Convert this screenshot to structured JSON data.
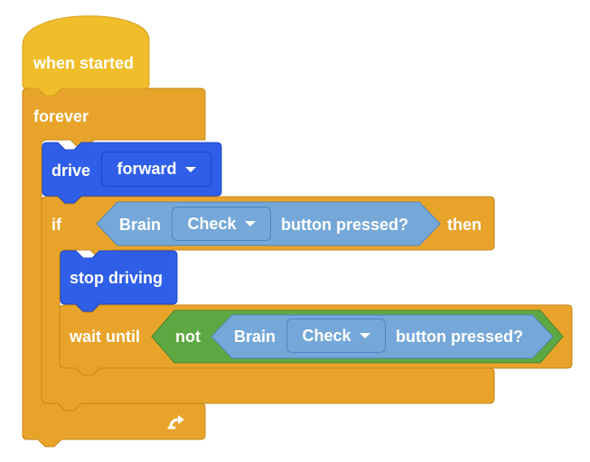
{
  "hat_block": {
    "label": "when started"
  },
  "forever_block": {
    "label": "forever"
  },
  "drive_block": {
    "label": "drive",
    "direction_value": "forward"
  },
  "if_block": {
    "if_label": "if",
    "then_label": "then",
    "condition": {
      "device_label": "Brain",
      "button_value": "Check",
      "suffix_label": "button pressed?"
    }
  },
  "stop_block": {
    "label": "stop driving"
  },
  "wait_block": {
    "label": "wait until",
    "not_label": "not",
    "condition": {
      "device_label": "Brain",
      "button_value": "Check",
      "suffix_label": "button pressed?"
    }
  },
  "loop_icon": "loop-arrow-icon",
  "colors": {
    "control": "#e8a42a",
    "control_border": "#c7861a",
    "event": "#f1be2b",
    "event_border": "#d4a01a",
    "drivetrain": "#2f5fe8",
    "drivetrain_border": "#1e47c4",
    "sensing": "#75a8d9",
    "sensing_border": "#4f86be",
    "operator": "#5ea843",
    "operator_border": "#468a30"
  }
}
